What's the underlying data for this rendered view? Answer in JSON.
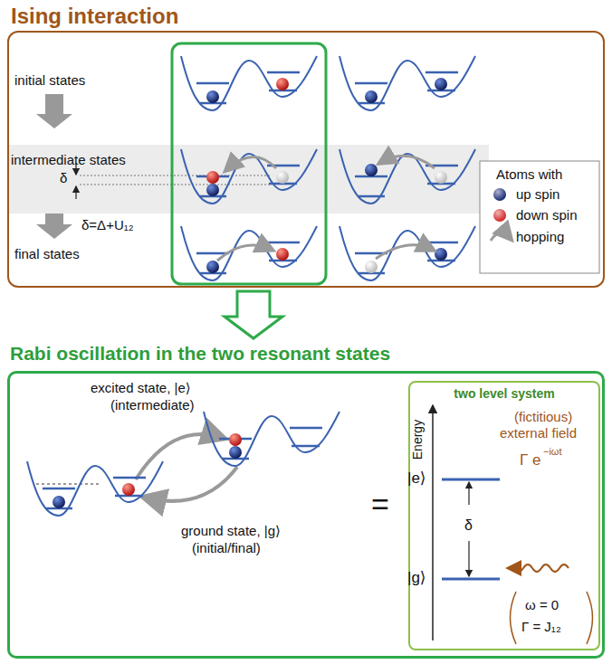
{
  "diagram": {
    "nodes": [
      {
        "text": [
          "Ising interaction"
        ]
      },
      {
        "text": [
          "Rabi oscillation in the two resonant states"
        ]
      },
      {
        "text": [
          "two level system"
        ],
        "in": 1
      }
    ],
    "labels": [
      "initial states",
      "intermediate states",
      "final states",
      "δ",
      "δ=Δ+U₁₂",
      "Atoms with",
      "excited state, |e⟩",
      "(intermediate)",
      "ground state, |g⟩",
      "(initial/final)",
      "=",
      "Energy",
      "|e⟩",
      "|g⟩",
      "δ",
      "(fictitious)",
      "external field",
      "Γ e",
      "−iωt",
      "ω = 0",
      "Γ = J₁₂"
    ],
    "legend": [
      {
        "text": "up spin",
        "color": "#1c2f7a"
      },
      {
        "text": "down spin",
        "color": "#d42a2a"
      },
      {
        "text": "hopping"
      }
    ]
  }
}
